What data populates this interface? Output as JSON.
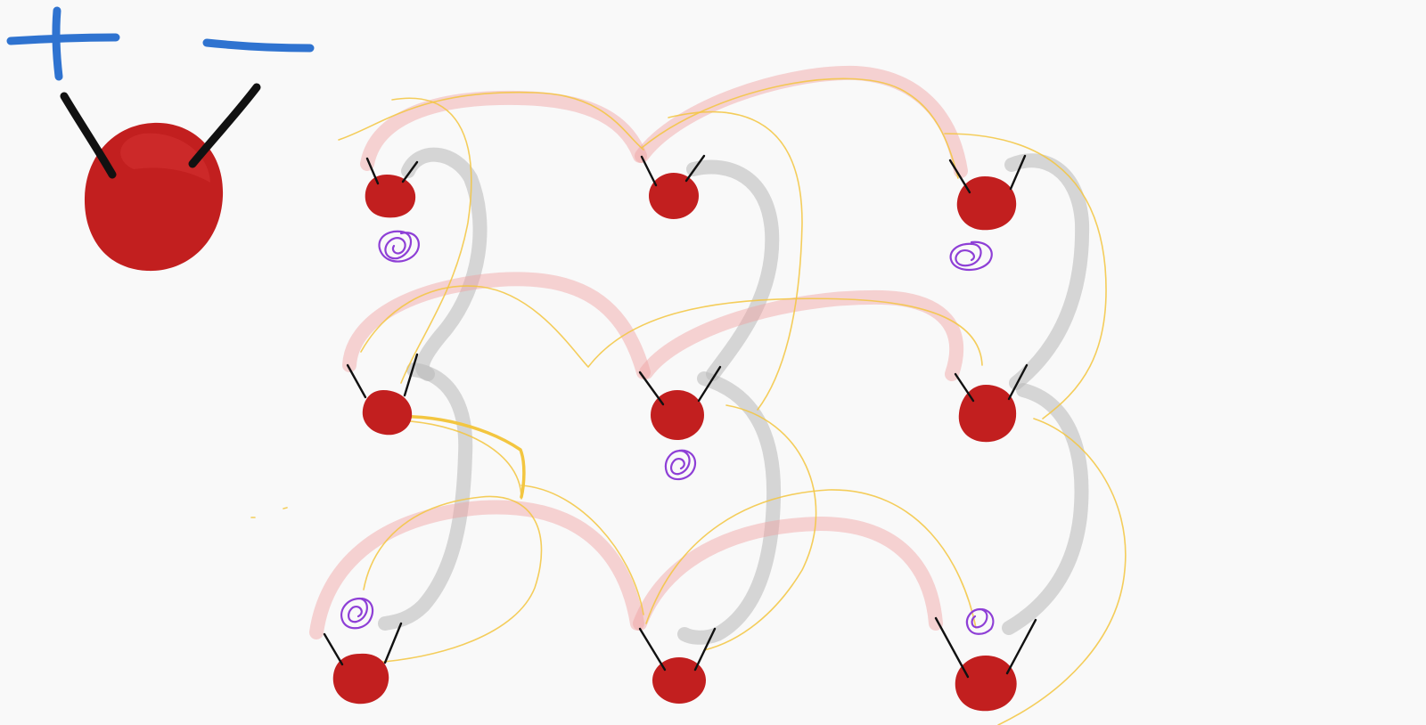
{
  "colors": {
    "background": "#f9f9f9",
    "cell": "#c21f1f",
    "lead": "#111111",
    "sign": "#2f73d0",
    "positive_wire": "#f0a0a0",
    "negative_wire": "#b8b8b8",
    "thin_wire": "#f3c640",
    "scribble": "#8e3fd6"
  },
  "legend": {
    "plus_sign": "+",
    "minus_sign": "−"
  },
  "grid": {
    "rows": 3,
    "columns": 3,
    "cells": [
      {
        "row": 1,
        "col": 1,
        "scribble": true
      },
      {
        "row": 1,
        "col": 2,
        "scribble": false
      },
      {
        "row": 1,
        "col": 3,
        "scribble": true
      },
      {
        "row": 2,
        "col": 1,
        "scribble": false
      },
      {
        "row": 2,
        "col": 2,
        "scribble": true
      },
      {
        "row": 2,
        "col": 3,
        "scribble": false
      },
      {
        "row": 3,
        "col": 1,
        "scribble": true
      },
      {
        "row": 3,
        "col": 2,
        "scribble": false
      },
      {
        "row": 3,
        "col": 3,
        "scribble": true
      }
    ]
  }
}
